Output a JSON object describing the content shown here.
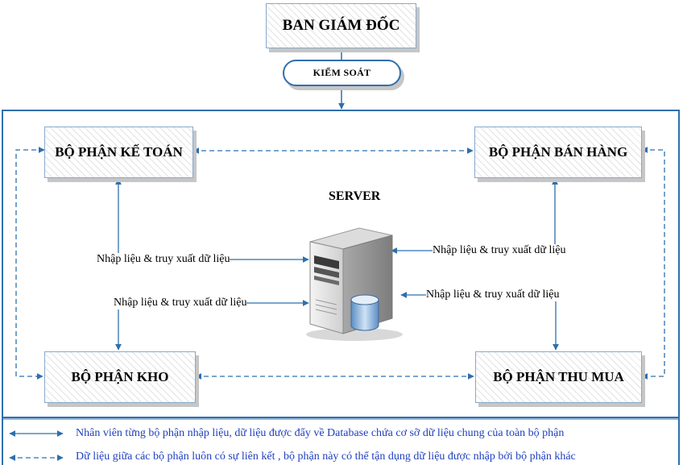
{
  "top_box": "BAN GIÁM ĐỐC",
  "control_pill": "KIỂM SOÁT",
  "departments": {
    "accounting": "BỘ PHẬN KẾ TOÁN",
    "sales": "BỘ PHẬN BÁN HÀNG",
    "warehouse": "BỘ PHẬN KHO",
    "purchasing": "BỘ PHẬN THU MUA"
  },
  "server_label": "SERVER",
  "link_labels": {
    "accounting": "Nhập liệu & truy xuất dữ liệu",
    "warehouse": "Nhập liệu & truy xuất dữ liệu",
    "sales": "Nhập liệu & truy xuất dữ liệu",
    "purchasing": "Nhập liệu & truy xuất dữ liệu"
  },
  "legend": {
    "solid": "Nhân viên từng bộ phận nhập liệu, dữ liệu được đẩy về Database chứa cơ sỡ dữ liệu chung của toàn bộ phận",
    "dashed": "Dữ liệu giữa các bộ phận luôn có sự liên kết , bộ phận này có thể tận dụng dữ liệu được nhập bởi bộ phận khác"
  },
  "colors": {
    "line": "#2f6fad",
    "legend_text": "#1f3fbf"
  }
}
